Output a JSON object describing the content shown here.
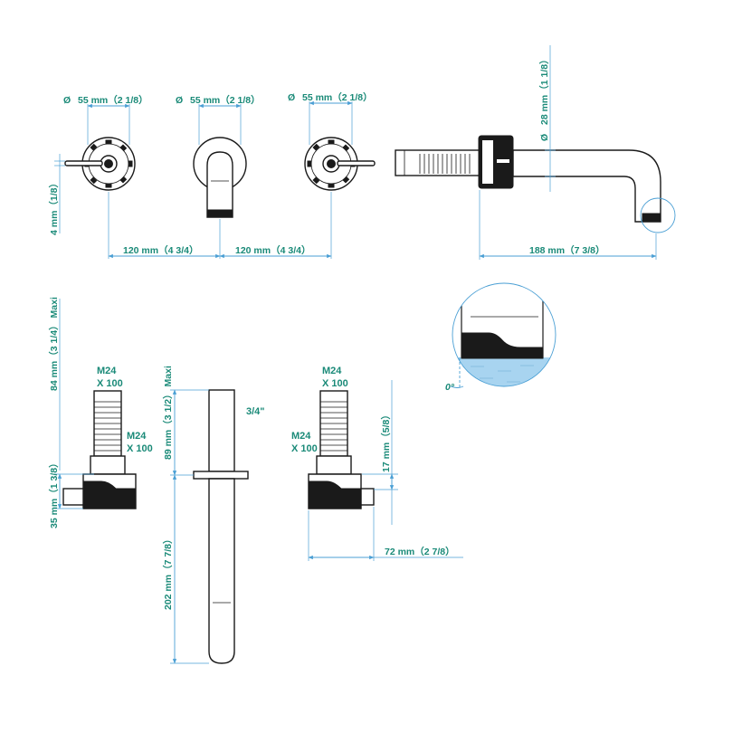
{
  "dimensions": {
    "diameter_symbol": "Ø",
    "knob_left_diameter": "55 mm（2 1/8）",
    "spout_plate_diameter": "55 mm（2 1/8）",
    "knob_right_diameter": "55 mm（2 1/8）",
    "spout_diameter": "28 mm（1 1/8）",
    "knob_offset": "4 mm（1/8）",
    "spacing_left": "120 mm（4 3/4）",
    "spacing_right": "120 mm（4 3/4）",
    "spout_length": "188 mm（7 3/8）",
    "valve_max_depth": "84 mm（3 1/4） Maxi",
    "valve_body": "35 mm（1 3/8）",
    "pipe_max_depth": "89 mm（3 1/2） Maxi",
    "pipe_length": "202 mm（7 7/8）",
    "right_valve_body": "17 mm（5/8）",
    "right_valve_projection": "72 mm（2 7/8）",
    "aerator_angle": "0°"
  },
  "labels": {
    "thread_line1": "M24",
    "thread_line2": "X 100",
    "pipe_thread": "3/4\""
  },
  "colors": {
    "text": "#1a8a78",
    "dimension_line": "#4a9fd4",
    "outline": "#1a1a1a",
    "water": "#a8d4f0"
  }
}
